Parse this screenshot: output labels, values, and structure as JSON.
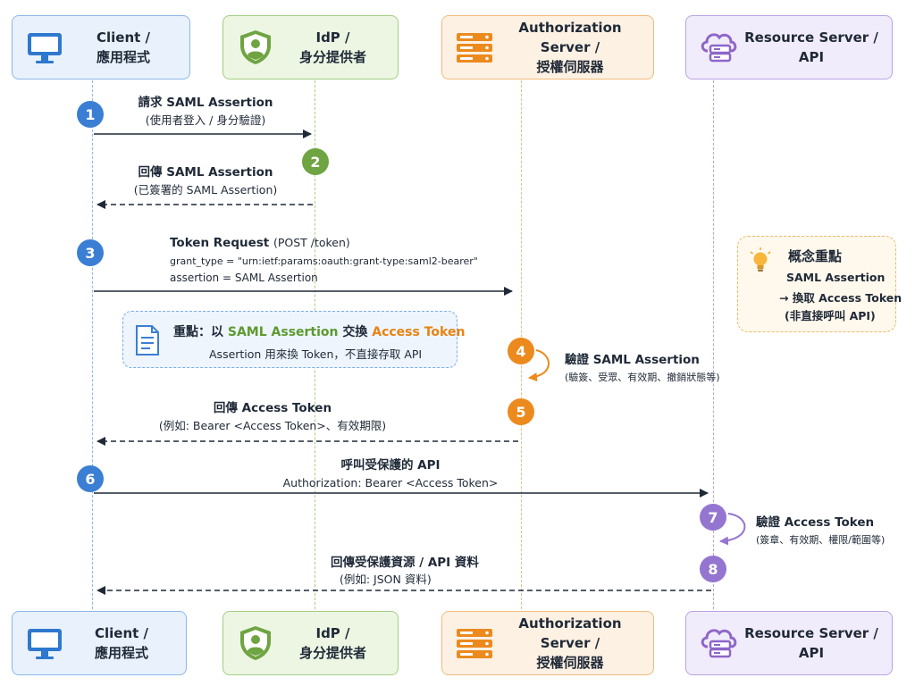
{
  "actors": {
    "client": {
      "line1": "Client /",
      "line2": "應用程式"
    },
    "idp": {
      "line1": "IdP /",
      "line2": "身分提供者"
    },
    "auth": {
      "line1": "Authorization Server /",
      "line2": "授權伺服器"
    },
    "resource": {
      "line1": "Resource Server /",
      "line2": "API"
    }
  },
  "steps": {
    "s1": {
      "num": "1",
      "title": "請求 SAML Assertion",
      "sub": "(使用者登入 / 身分驗證)"
    },
    "s2": {
      "num": "2",
      "title": "回傳 SAML Assertion",
      "sub": "(已簽署的 SAML Assertion)"
    },
    "s3": {
      "num": "3",
      "title": "Token Request",
      "title_suffix": "(POST /token)",
      "line2": "grant_type = \"urn:ietf:params:oauth:grant-type:saml2-bearer\"",
      "line3": "assertion = SAML Assertion"
    },
    "s4": {
      "num": "4",
      "title": "驗證 SAML Assertion",
      "sub": "(驗簽、受眾、有效期、撤銷狀態等)"
    },
    "s5": {
      "num": "5",
      "title": "回傳 Access Token",
      "sub": "(例如: Bearer <Access Token>、有效期限)"
    },
    "s6": {
      "num": "6",
      "title": "呼叫受保護的 API",
      "sub": "Authorization: Bearer <Access Token>"
    },
    "s7": {
      "num": "7",
      "title": "驗證 Access Token",
      "sub": "(簽章、有效期、權限/範圍等)"
    },
    "s8": {
      "num": "8",
      "title": "回傳受保護資源 / API 資料",
      "sub": "(例如: JSON 資料)"
    }
  },
  "note": {
    "prefix": "重點：以 ",
    "saml": "SAML Assertion",
    "mid": " 交換 ",
    "token": "Access Token",
    "line2": "Assertion 用來換 Token，不直接存取 API"
  },
  "concept": {
    "title": "概念重點",
    "line1": "SAML Assertion",
    "line2": "→ 換取 Access Token",
    "line3": "(非直接呼叫 API)"
  },
  "colors": {
    "client": "#3b7fd4",
    "idp": "#6ea441",
    "auth": "#ec8a1e",
    "resource": "#9475cf"
  },
  "icons": {
    "client": "monitor-icon",
    "idp": "shield-user-icon",
    "auth": "server-icon",
    "resource": "cloud-server-icon",
    "note": "document-icon",
    "concept": "lightbulb-icon"
  }
}
